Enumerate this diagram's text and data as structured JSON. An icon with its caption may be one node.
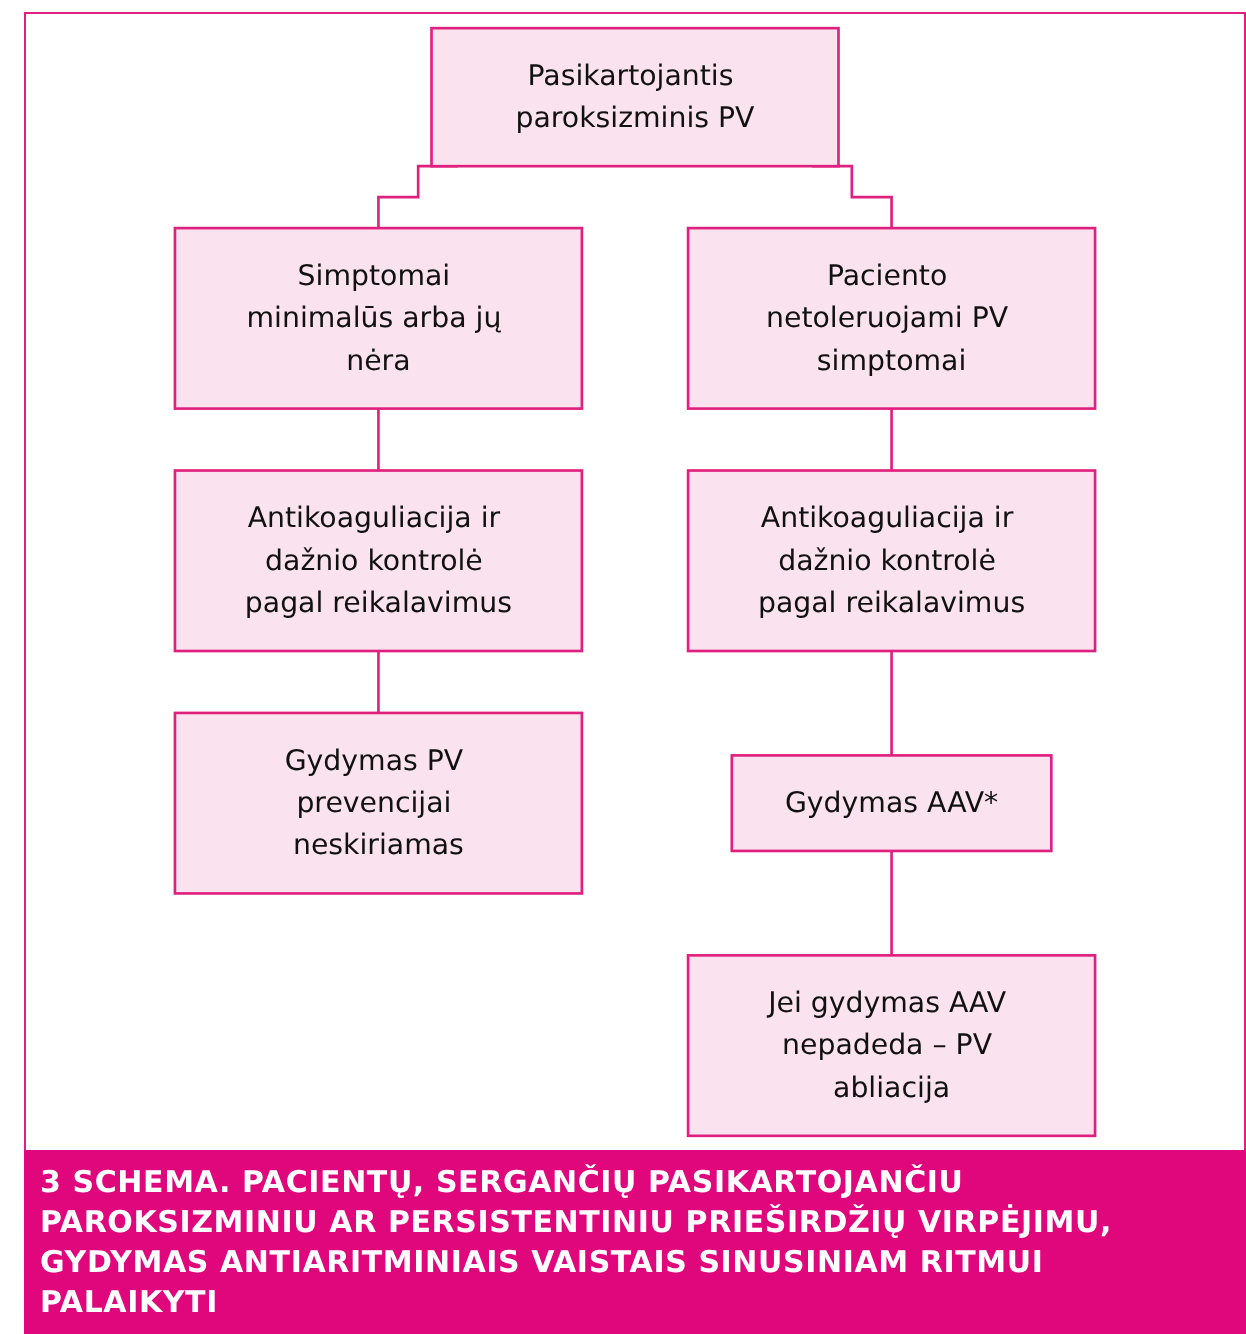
{
  "diagram": {
    "caption": "3 SCHEMA. PACIENTŲ, SERGANČIŲ PASIKARTOJANČIU PAROKSIZMINIU AR PERSISTENTINIU PRIEŠIRDŽIŲ VIRPĖJIMU, GYDYMAS ANTIARITMINIAIS VAISTAIS SINUSINIAM RITMUI PALAIKYTI",
    "nodes": [
      {
        "text": [
          "Pasikartojantis paroksizminis PV"
        ]
      },
      {
        "text": [
          "Simptomai minimalūs arba jų nėra"
        ]
      },
      {
        "text": [
          "Paciento netoleruojami PV simptomai"
        ]
      },
      {
        "text": [
          "Antikoaguliacija ir dažnio kontrolė pagal reikalavimus"
        ]
      },
      {
        "text": [
          "Antikoaguliacija ir dažnio kontrolė pagal reikalavimus"
        ]
      },
      {
        "text": [
          "Gydymas PV prevencijai neskiriamas"
        ]
      },
      {
        "text": [
          "Gydymas AAV*"
        ]
      },
      {
        "text": [
          "Jei gydymas AAV nepadeda – PV abliacija"
        ]
      }
    ],
    "edges": [
      {
        "from": 0,
        "to": 1,
        "arrow": "none"
      },
      {
        "from": 0,
        "to": 2,
        "arrow": "none"
      },
      {
        "from": 1,
        "to": 3,
        "arrow": "none"
      },
      {
        "from": 2,
        "to": 4,
        "arrow": "none"
      },
      {
        "from": 3,
        "to": 5,
        "arrow": "none"
      },
      {
        "from": 4,
        "to": 6,
        "arrow": "none"
      },
      {
        "from": 6,
        "to": 7,
        "arrow": "none"
      }
    ]
  }
}
